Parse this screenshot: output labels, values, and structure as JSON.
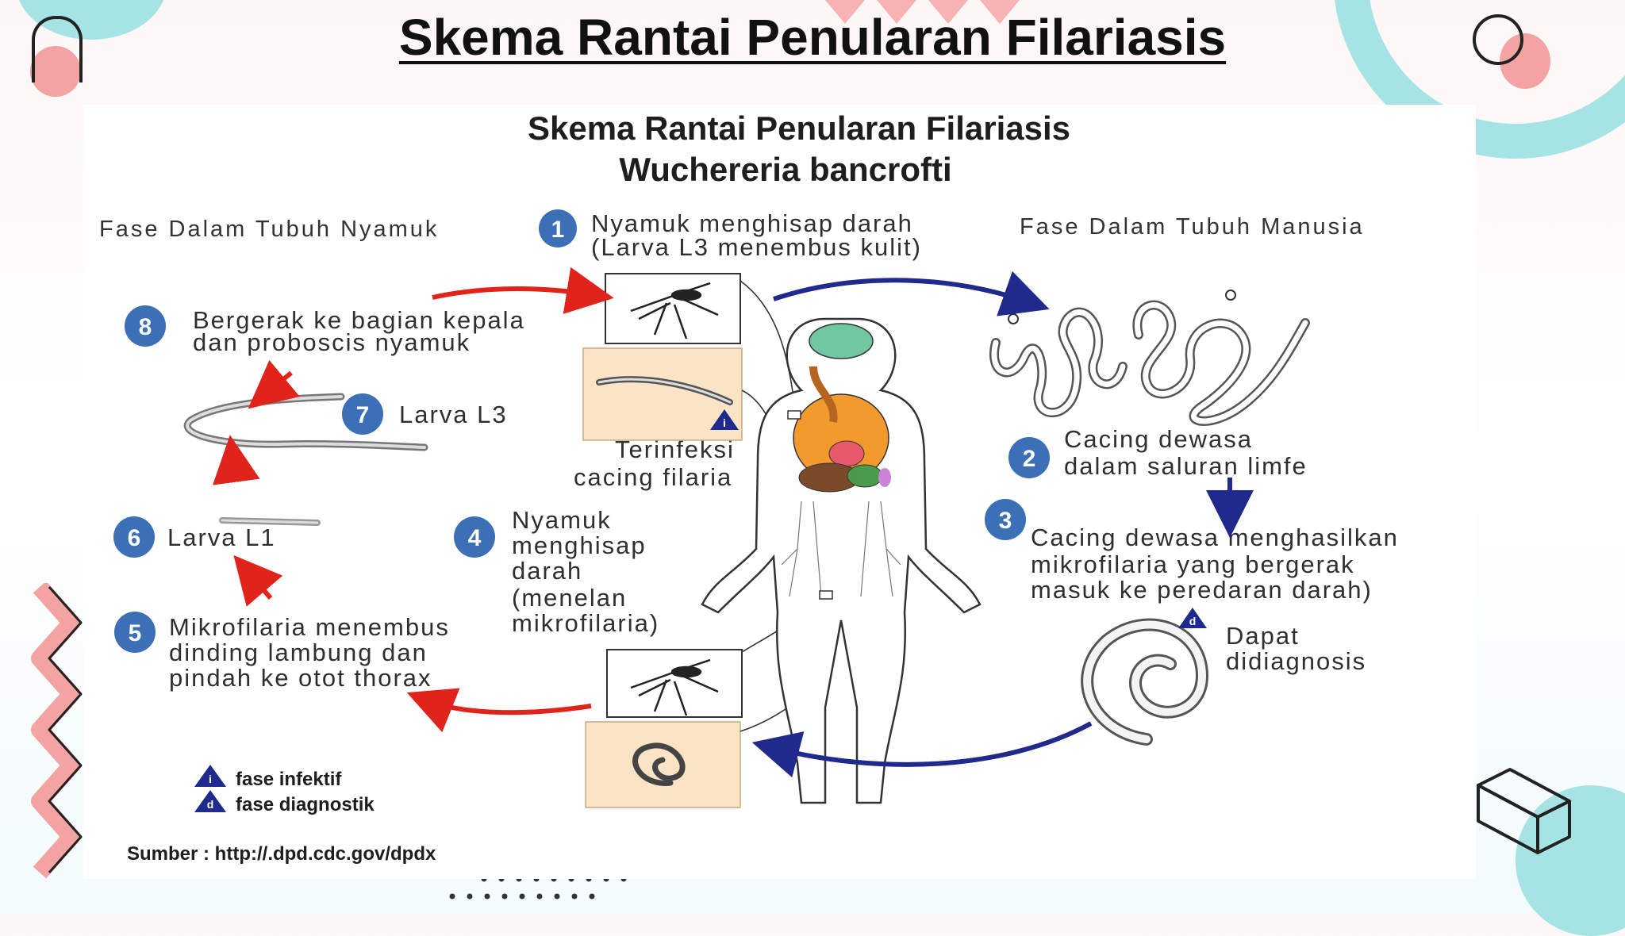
{
  "slide": {
    "title": "Skema Rantai Penularan Filariasis"
  },
  "diagram": {
    "title_line1": "Skema Rantai Penularan Filariasis",
    "title_line2": "Wuchereria bancrofti",
    "phase_mosquito": "Fase Dalam Tubuh Nyamuk",
    "phase_human": "Fase Dalam Tubuh Manusia",
    "steps": [
      {
        "num": "1",
        "lines": [
          "Nyamuk menghisap darah",
          "(Larva L3 menembus kulit)"
        ]
      },
      {
        "num": "2",
        "lines": [
          "Cacing dewasa",
          "dalam saluran limfe"
        ]
      },
      {
        "num": "3",
        "lines": [
          "Cacing dewasa menghasilkan",
          "mikrofilaria yang bergerak",
          "masuk ke peredaran darah)"
        ]
      },
      {
        "num": "4",
        "lines": [
          "Nyamuk",
          "menghisap",
          "darah",
          "(menelan",
          "mikrofilaria)"
        ]
      },
      {
        "num": "5",
        "lines": [
          "Mikrofilaria menembus",
          "dinding lambung dan",
          "pindah ke otot thorax"
        ]
      },
      {
        "num": "6",
        "lines": [
          "Larva L1"
        ]
      },
      {
        "num": "7",
        "lines": [
          "Larva L3"
        ]
      },
      {
        "num": "8",
        "lines": [
          "Bergerak ke bagian kepala",
          "dan proboscis nyamuk"
        ]
      }
    ],
    "infected_label": [
      "Terinfeksi",
      "cacing filaria"
    ],
    "diagnosable_label": [
      "Dapat",
      "didiagnosis"
    ],
    "infective_marker": "i",
    "diagnostic_marker": "d",
    "legend": {
      "infective": "fase infektif",
      "diagnostic": "fase diagnostik"
    },
    "source": "Sumber : http://.dpd.cdc.gov/dpdx",
    "colors": {
      "badge_blue": "#3b6fb6",
      "arrow_red": "#e0241b",
      "arrow_navy": "#1f2a8c",
      "lung_orange": "#f29a2e",
      "brain_green": "#6fc8a2",
      "accent_pink": "#f4a3a3",
      "accent_teal": "#9bdde0"
    }
  }
}
